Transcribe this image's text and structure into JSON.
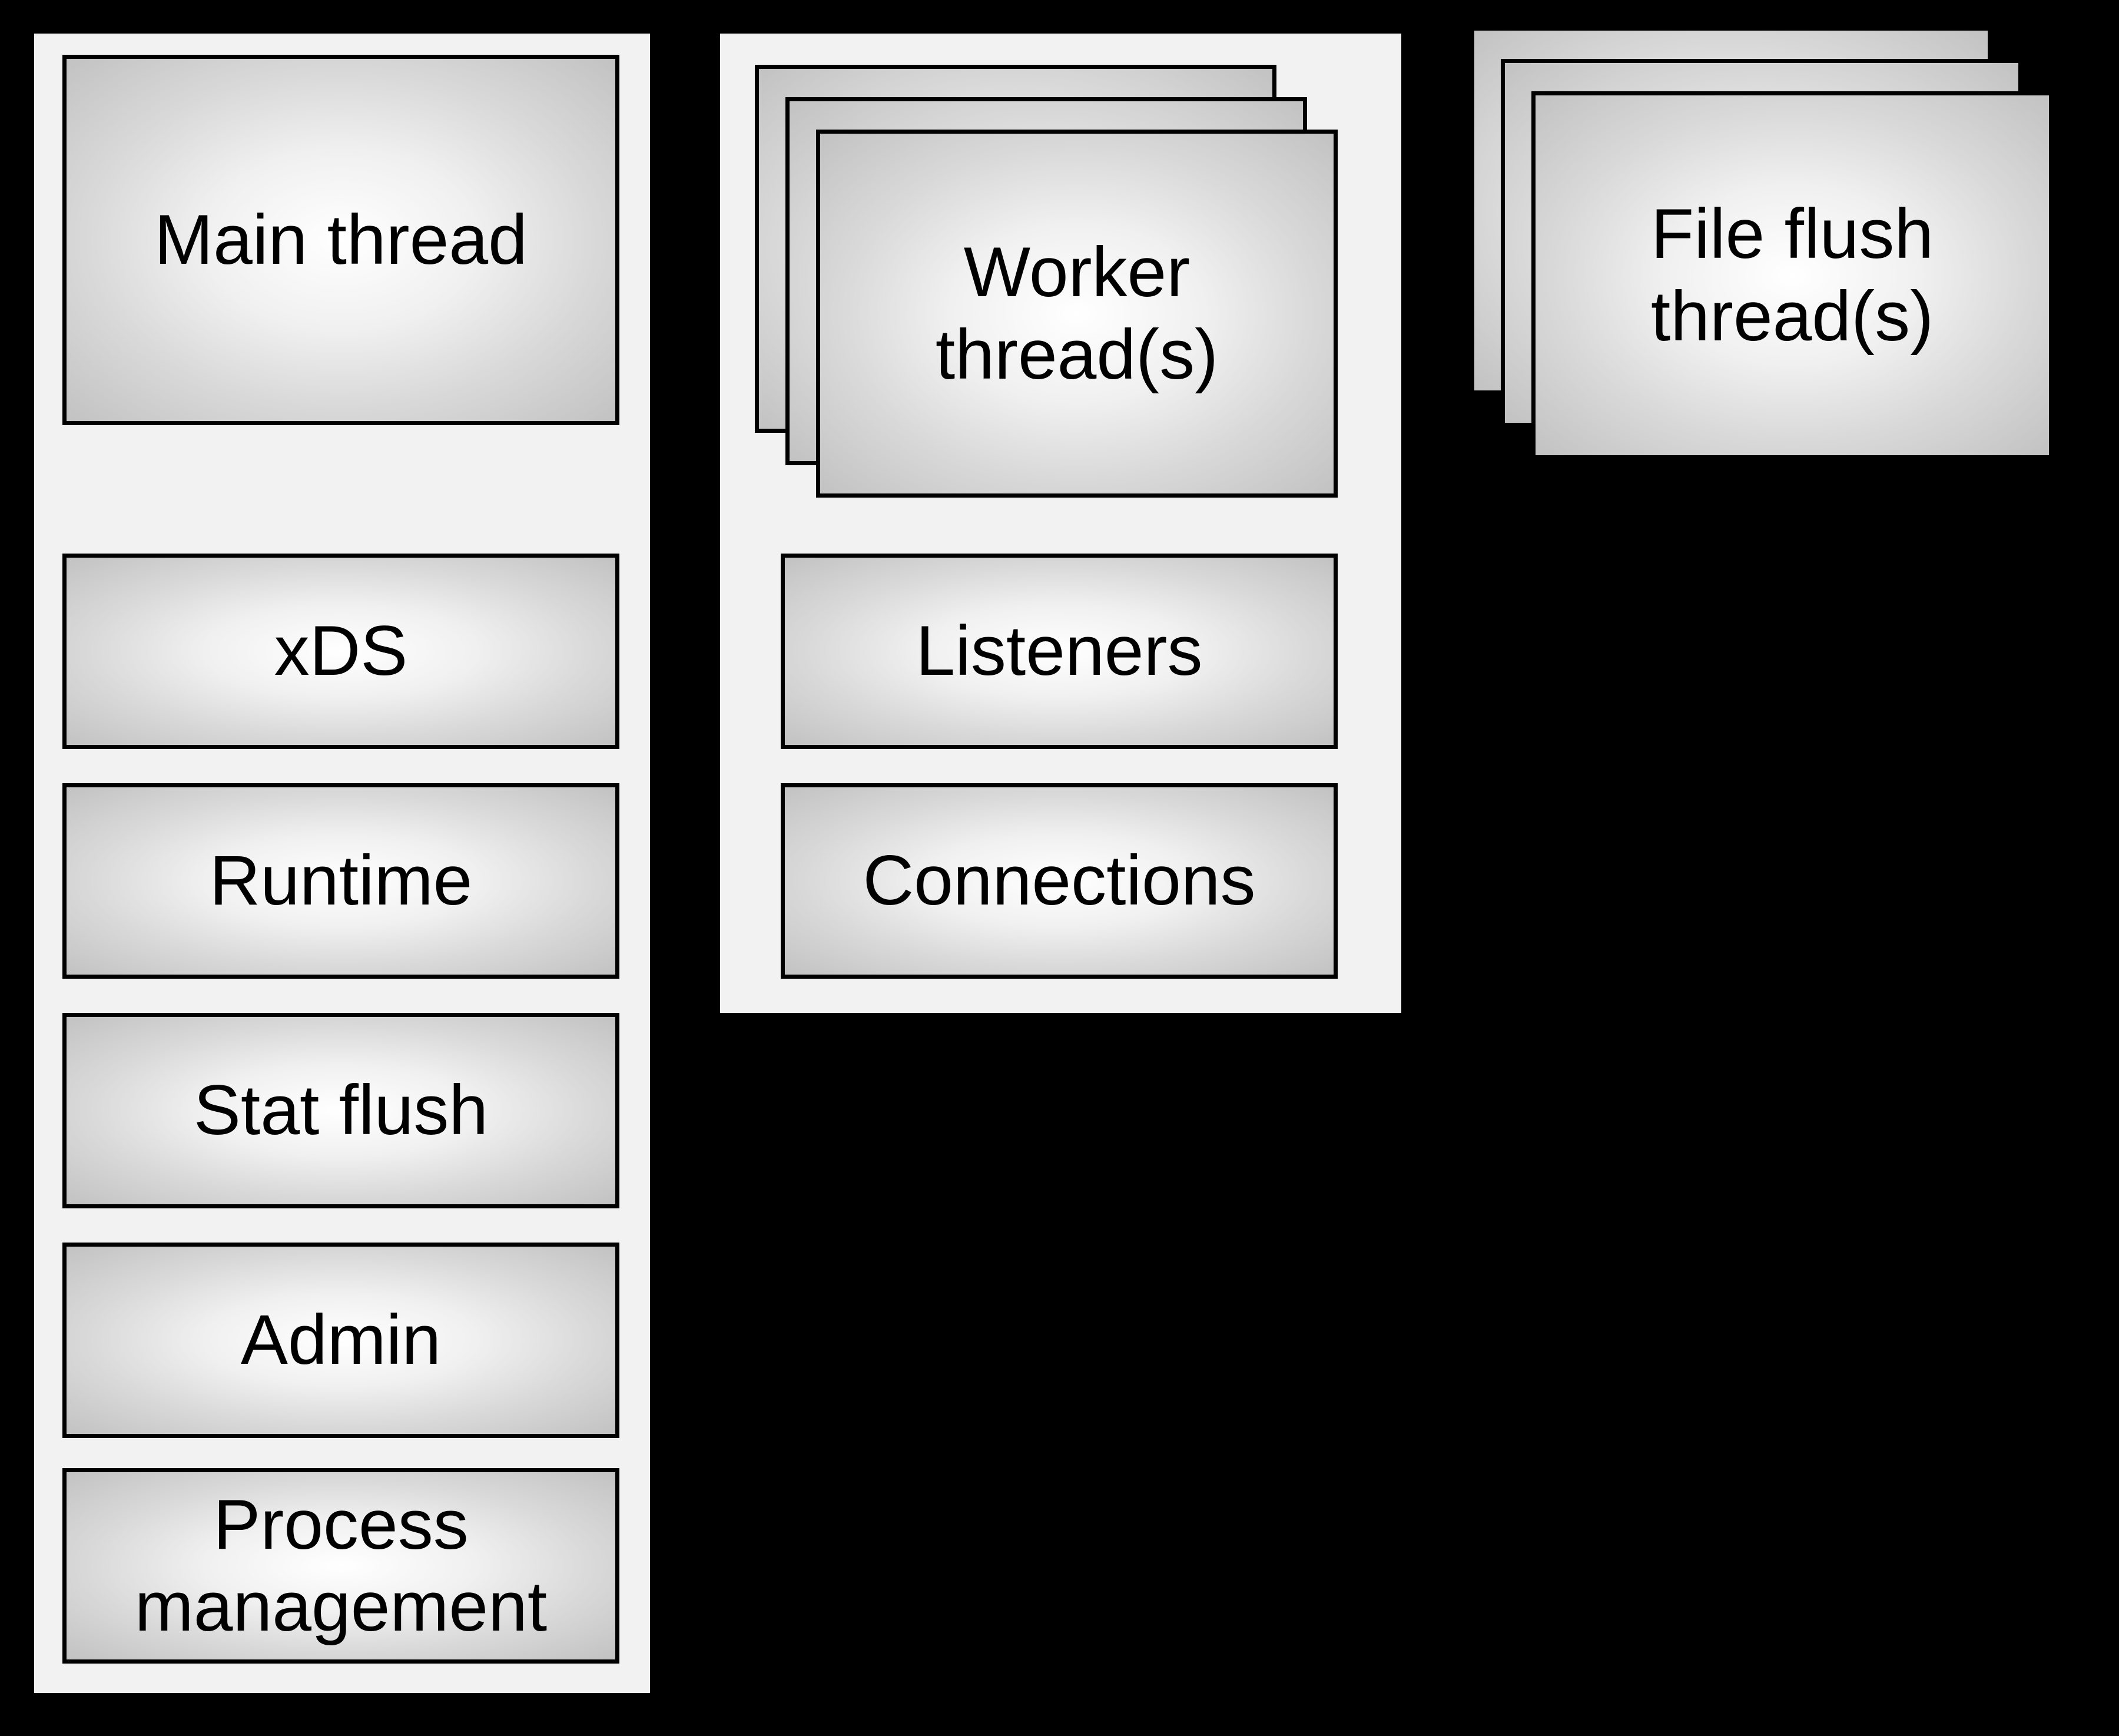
{
  "diagram": {
    "type": "threading-model-diagram",
    "colors": {
      "background": "#000000",
      "panel_background": "#f2f2f2",
      "box_border": "#000000",
      "box_gradient_center": "#ffffff",
      "box_gradient_edge": "#c2c2c2",
      "text": "#000000"
    }
  },
  "columns": {
    "main": {
      "title_box": {
        "label": "Main thread"
      },
      "items": [
        {
          "label": "xDS"
        },
        {
          "label": "Runtime"
        },
        {
          "label": "Stat flush"
        },
        {
          "label": "Admin"
        },
        {
          "label": "Process management"
        }
      ]
    },
    "worker": {
      "stack_label": "Worker thread(s)",
      "stack_count_visual": 3,
      "items": [
        {
          "label": "Listeners"
        },
        {
          "label": "Connections"
        }
      ]
    },
    "file_flush": {
      "stack_label": "File flush thread(s)",
      "stack_count_visual": 3
    }
  }
}
